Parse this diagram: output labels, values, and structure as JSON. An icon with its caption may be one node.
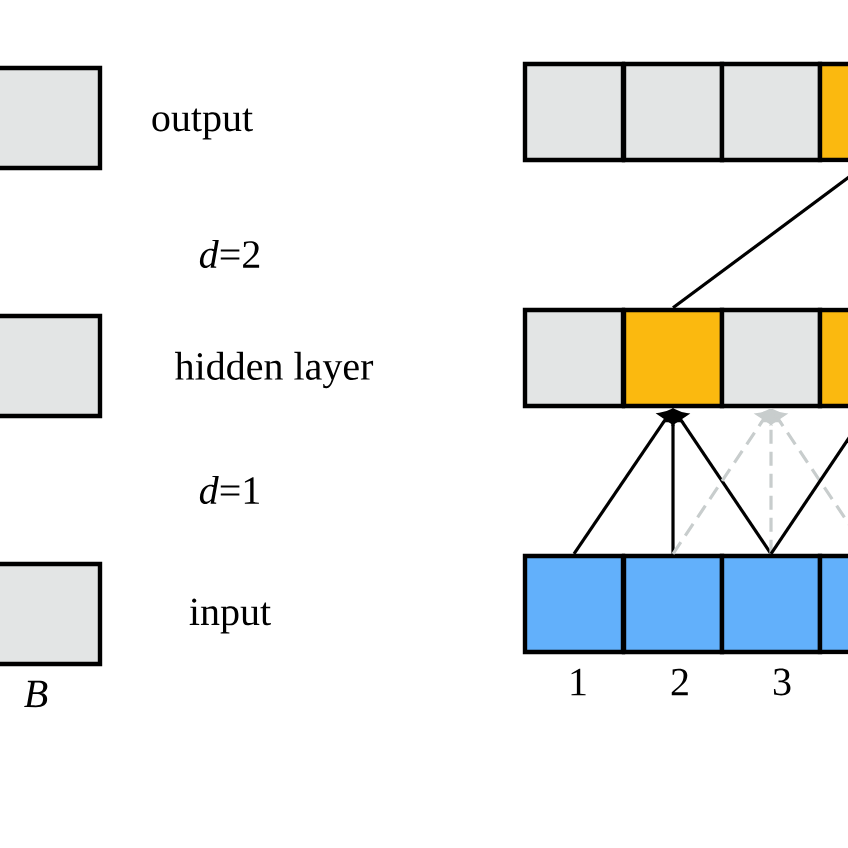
{
  "diagram": {
    "nodes": [
      {
        "text": [],
        "shape": "box",
        "beside": [
          "output"
        ]
      },
      {
        "text": [],
        "shape": "box",
        "beside": [
          "hidden layer"
        ]
      },
      {
        "text": [],
        "shape": "box",
        "beside": [
          "input",
          "B"
        ]
      },
      {
        "text": [],
        "shape": "box"
      },
      {
        "text": [],
        "shape": "box"
      },
      {
        "text": [],
        "shape": "box"
      },
      {
        "text": [],
        "shape": "box"
      },
      {
        "text": [],
        "shape": "box"
      },
      {
        "text": [],
        "shape": "box"
      },
      {
        "text": [],
        "shape": "box"
      },
      {
        "text": [],
        "shape": "box"
      },
      {
        "text": [],
        "shape": "box",
        "beside": [
          "1"
        ]
      },
      {
        "text": [],
        "shape": "box",
        "beside": [
          "2"
        ]
      },
      {
        "text": [],
        "shape": "box",
        "beside": [
          "3"
        ]
      },
      {
        "text": [],
        "shape": "box"
      }
    ],
    "edges": [
      {
        "from": 8,
        "to": 6,
        "arrow": "none"
      },
      {
        "from": 11,
        "to": 8,
        "arrow": "to"
      },
      {
        "from": 12,
        "to": 8,
        "arrow": "to"
      },
      {
        "from": 13,
        "to": 8,
        "arrow": "to"
      },
      {
        "from": 12,
        "to": 9,
        "arrow": "to",
        "style": "dashed",
        "color": "#c8cdcd"
      },
      {
        "from": 13,
        "to": 9,
        "arrow": "to",
        "style": "dashed",
        "color": "#c8cdcd"
      },
      {
        "from": 14,
        "to": 9,
        "arrow": "to",
        "style": "dashed",
        "color": "#c8cdcd"
      },
      {
        "from": 13,
        "to": 10,
        "arrow": "none"
      }
    ],
    "labels": [
      "*d*=2",
      "*d*=1"
    ]
  }
}
